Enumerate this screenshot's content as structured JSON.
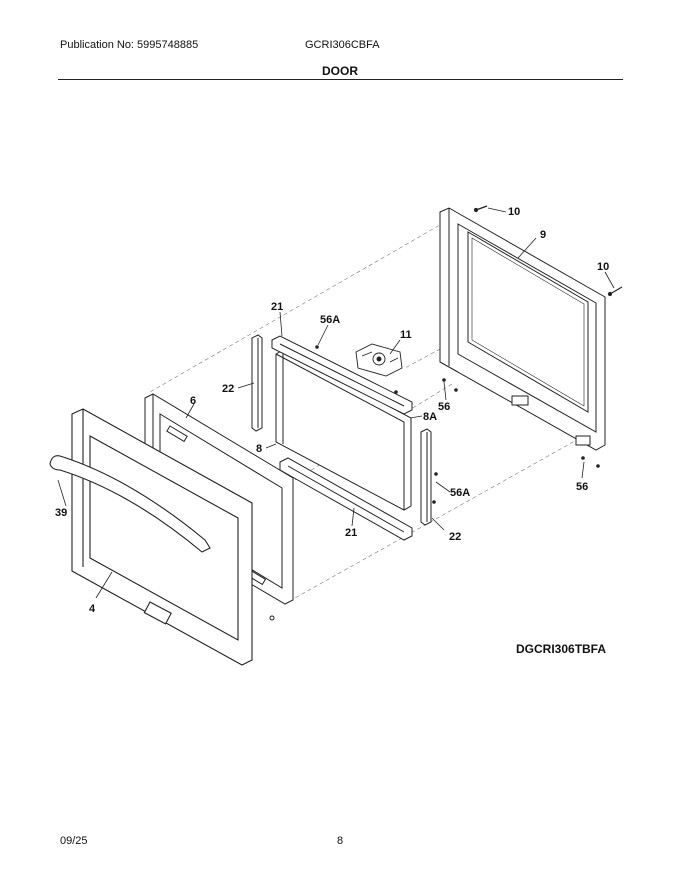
{
  "header": {
    "publication": "Publication No: 5995748885",
    "model": "GCRI306CBFA",
    "section": "DOOR"
  },
  "diagram": {
    "code": "DGCRI306TBFA",
    "callouts": {
      "c10a": "10",
      "c9": "9",
      "c10b": "10",
      "c21a": "21",
      "c56Aa": "56A",
      "c11": "11",
      "c22a": "22",
      "c6": "6",
      "c56a": "56",
      "c8A": "8A",
      "c8": "8",
      "c56Ab": "56A",
      "c39": "39",
      "c56b": "56",
      "c21b": "21",
      "c22b": "22",
      "c4": "4"
    }
  },
  "footer": {
    "date": "09/25",
    "page": "8"
  }
}
